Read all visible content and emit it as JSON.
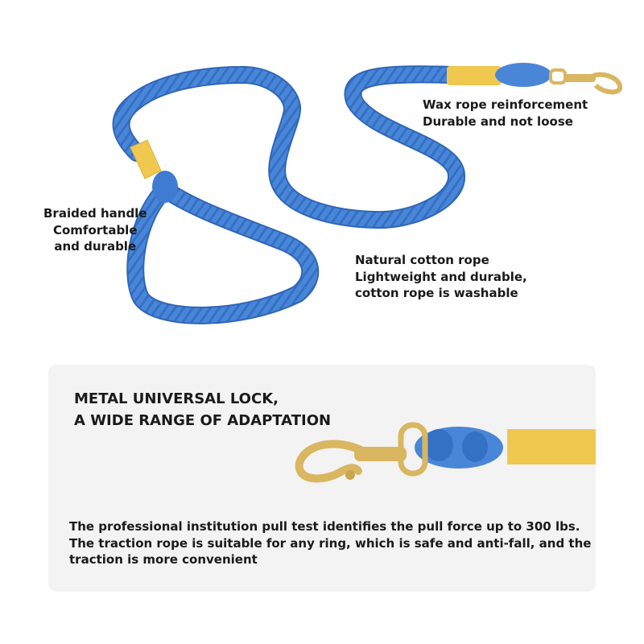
{
  "colors": {
    "rope": "#4a86d8",
    "rope_shadow": "#2f66b8",
    "wax": "#f0c850",
    "metal": "#d9b660",
    "panel": "#f3f3f3"
  },
  "callouts": {
    "handle": [
      "Braided handle",
      "Comfortable",
      "and durable"
    ],
    "wax": [
      "Wax rope reinforcement",
      "Durable and not loose"
    ],
    "cotton": [
      "Natural cotton rope",
      "Lightweight and durable,",
      "cotton rope is washable"
    ]
  },
  "panel": {
    "title": [
      "METAL UNIVERSAL LOCK,",
      "A WIDE RANGE OF ADAPTATION"
    ],
    "description": [
      "The professional institution pull test identifies the pull force up to 300 lbs.",
      "The traction rope is suitable for any ring, which is safe and anti-fall, and the",
      "traction is more convenient"
    ]
  }
}
